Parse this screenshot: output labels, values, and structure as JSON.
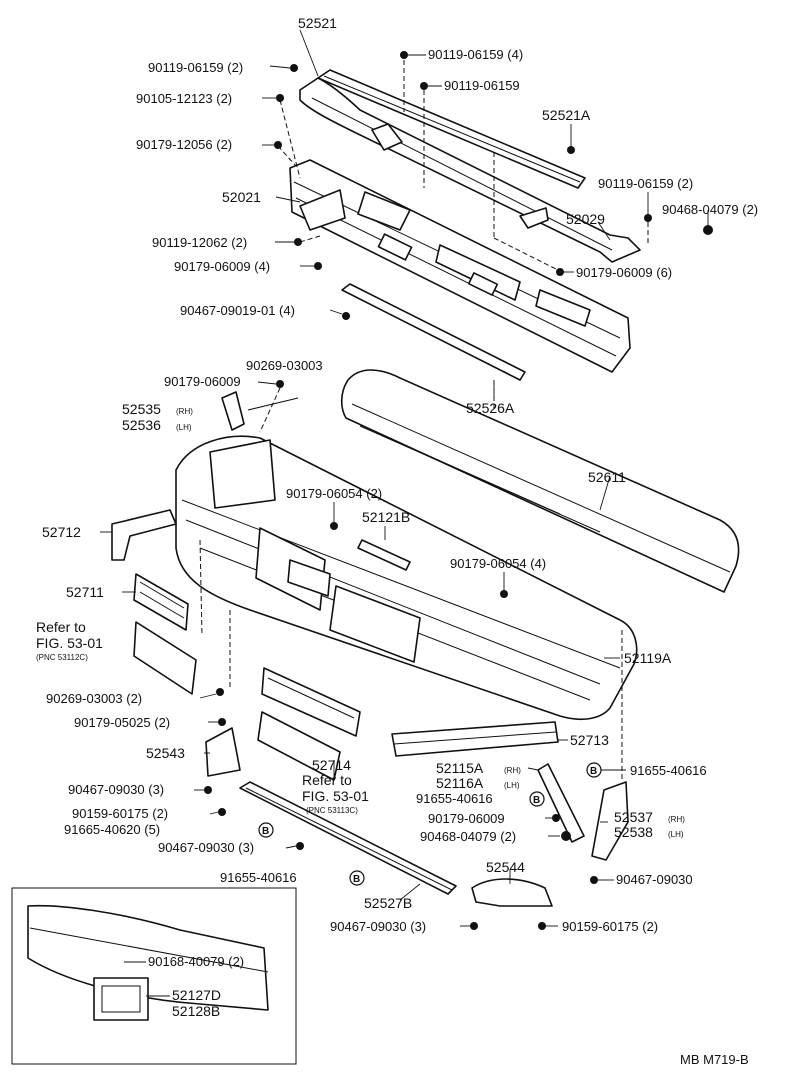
{
  "labels": {
    "p52521": "52521",
    "p90119_06159_4": "90119-06159 (4)",
    "p90119_06159_2": "90119-06159 (2)",
    "p90105_12123": "90105-12123 (2)",
    "p90119_06159": "90119-06159",
    "p52521A": "52521A",
    "p90179_12056": "90179-12056 (2)",
    "p52021": "52021",
    "p90119_06159_2b": "90119-06159 (2)",
    "p90468_04079_2": "90468-04079 (2)",
    "p52029": "52029",
    "p90119_12062": "90119-12062 (2)",
    "p90179_06009_4": "90179-06009 (4)",
    "p90179_06009_6": "90179-06009 (6)",
    "p90467_09019_01": "90467-09019-01 (4)",
    "p52526A": "52526A",
    "p90269_03003": "90269-03003",
    "p90179_06009": "90179-06009",
    "p52535": "52535",
    "p52536": "52536",
    "p52611": "52611",
    "p90179_06054_2": "90179-06054 (2)",
    "p52121B": "52121B",
    "p52712": "52712",
    "p90179_06054_4": "90179-06054 (4)",
    "p52711": "52711",
    "refer1_a": "Refer to",
    "refer1_b": "FIG. 53-01",
    "refer1_c": "(PNC 53112C)",
    "p52119A": "52119A",
    "p90269_03003_2": "90269-03003 (2)",
    "p90179_05025": "90179-05025 (2)",
    "p52713": "52713",
    "p52543": "52543",
    "p52714": "52714",
    "p52115A": "52115A",
    "p52116A": "52116A",
    "p91655_40616_right": "91655-40616",
    "refer2_a": "Refer to",
    "refer2_b": "FIG. 53-01",
    "refer2_c": "(PNC 53113C)",
    "p90467_09030_3a": "90467-09030 (3)",
    "p90159_60175_2a": "90159-60175 (2)",
    "p91655_40616_mid": "91655-40616",
    "p90179_06009_r": "90179-06009",
    "p52537": "52537",
    "p52538": "52538",
    "p91665_40620": "91665-40620 (5)",
    "p90468_04079_2b": "90468-04079 (2)",
    "p90467_09030_3b": "90467-09030 (3)",
    "p52544": "52544",
    "p91655_40616_low": "91655-40616",
    "p90467_09030_r": "90467-09030",
    "p52527B": "52527B",
    "p90467_09030_3c": "90467-09030 (3)",
    "p90159_60175_2b": "90159-60175 (2)",
    "p90168_40079": "90168-40079 (2)",
    "p52127D": "52127D",
    "p52128B": "52128B",
    "footer_code": "MB M719-B"
  },
  "suffix": {
    "rh": "(RH)",
    "lh": "(LH)"
  },
  "callout_letter": "B"
}
